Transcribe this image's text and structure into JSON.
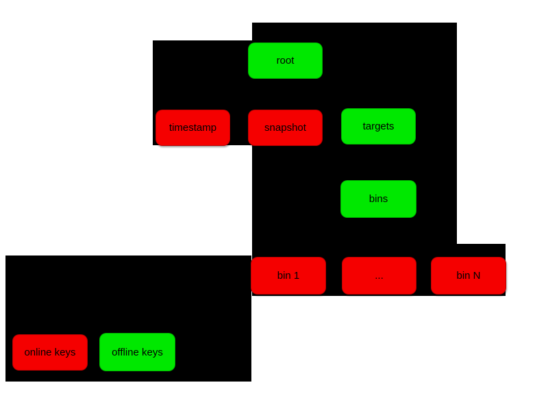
{
  "colors": {
    "background": "#ffffff",
    "region_fill": "#000000",
    "text": "#000000",
    "online_key_fill": "#f50000",
    "offline_key_fill": "#00e800"
  },
  "nodes": {
    "root": {
      "label": "root",
      "key_type": "offline"
    },
    "timestamp": {
      "label": "timestamp",
      "key_type": "online"
    },
    "snapshot": {
      "label": "snapshot",
      "key_type": "online"
    },
    "targets": {
      "label": "targets",
      "key_type": "offline"
    },
    "bins": {
      "label": "bins",
      "key_type": "offline"
    },
    "bin_1": {
      "label": "bin 1",
      "key_type": "online"
    },
    "bin_ellipsis": {
      "label": "...",
      "key_type": "online"
    },
    "bin_n": {
      "label": "bin N",
      "key_type": "online"
    },
    "legend_online": {
      "label": "online keys",
      "key_type": "online"
    },
    "legend_offline": {
      "label": "offline keys",
      "key_type": "offline"
    }
  }
}
